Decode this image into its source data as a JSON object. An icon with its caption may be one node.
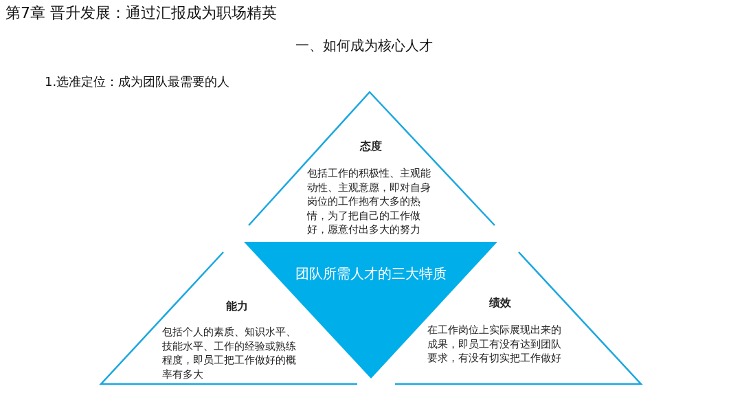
{
  "diagram": {
    "title": "第7章 晋升发展：通过汇报成为职场精英",
    "nodes": [
      {
        "text": [
          "团队所需人才的三大特质"
        ]
      },
      {
        "text": [
          "态度",
          "包括工作的积极性、主观能动性、主观意愿，即对自身岗位的工作抱有大多的热情，为了把自己的工作做好，愿意付出多大的努力"
        ]
      },
      {
        "text": [
          "能力",
          "包括个人的素质、知识水平、技能水平、工作的经验或熟练程度，即员工把工作做好的概率有多大"
        ]
      },
      {
        "text": [
          "绩效",
          "在工作岗位上实际展现出来的成果，即员工有没有达到团队要求，有没有切实把工作做好"
        ]
      }
    ],
    "labels": [
      "一、如何成为核心人才",
      "1.选准定位：成为团队最需要的人"
    ]
  }
}
